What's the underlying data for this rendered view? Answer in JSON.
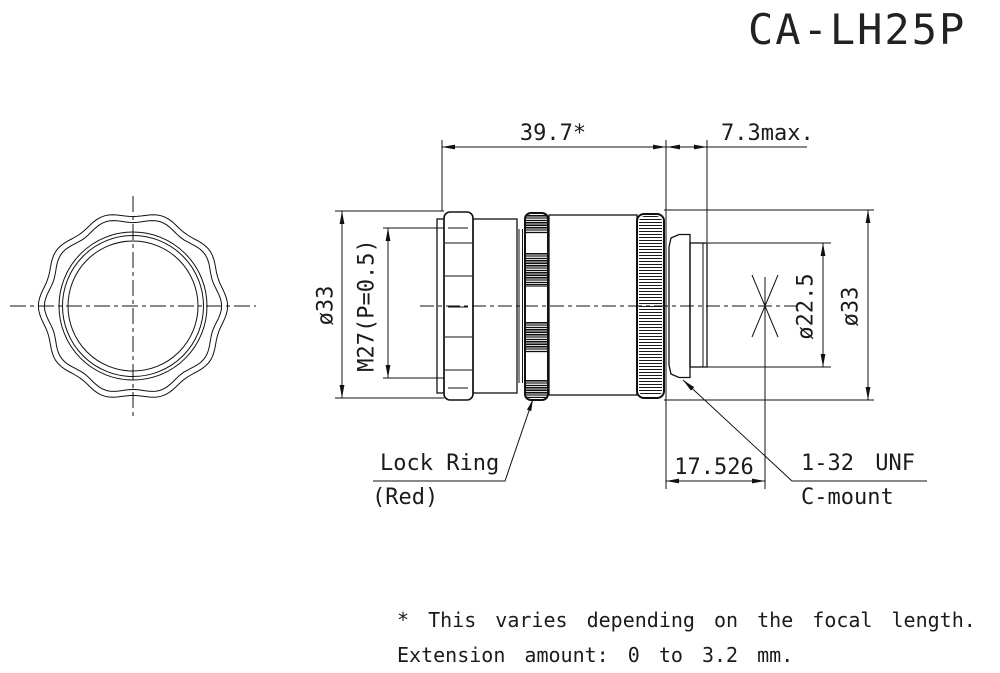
{
  "title": "CA-LH25P",
  "dimensions": {
    "overall_length": "39.7*",
    "mount_protrusion": "7.3max.",
    "front_outer_diameter": "ø33",
    "filter_thread": "M27(P=0.5)",
    "image_circle_diameter": "ø22.5",
    "rear_outer_diameter": "ø33",
    "flange_focal_distance": "17.526"
  },
  "labels": {
    "lock_ring": "Lock Ring",
    "lock_ring_color": "(Red)",
    "mount_thread": "1-32 UNF",
    "mount_type": "C-mount"
  },
  "notes": {
    "focal_note": "* This varies depending on the focal length.",
    "extension_note": "Extension amount: 0 to 3.2 mm."
  },
  "colors": {
    "line": "#000000",
    "background": "#ffffff"
  }
}
